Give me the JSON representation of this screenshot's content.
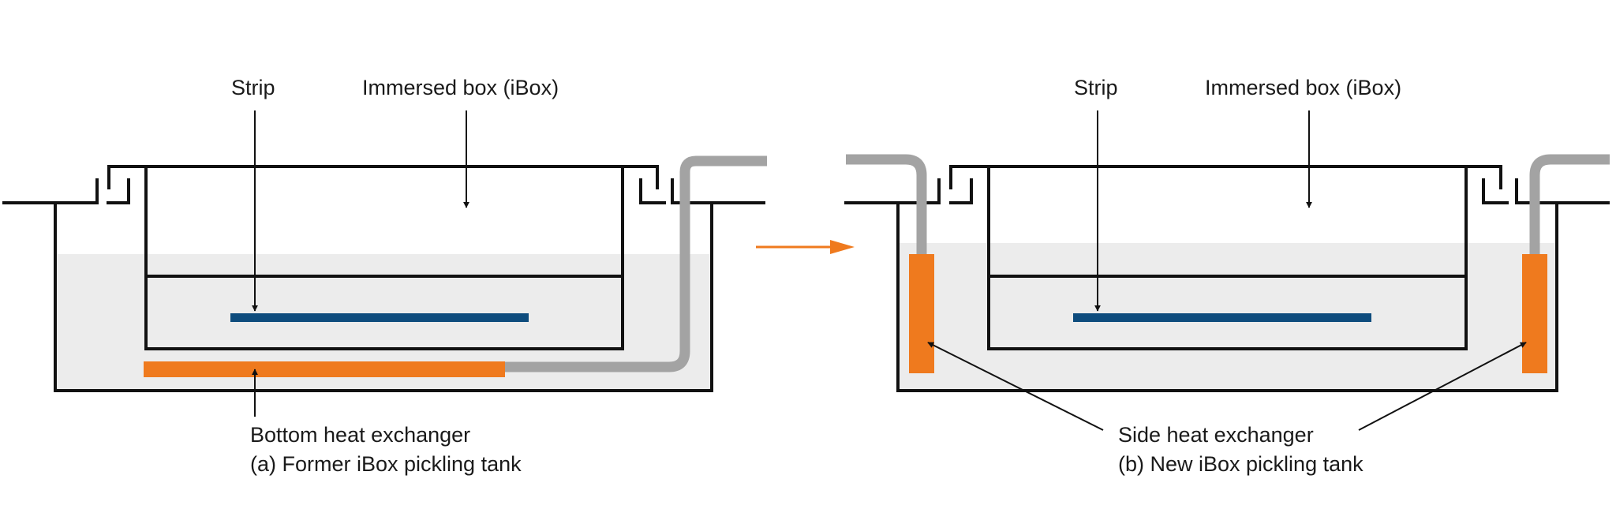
{
  "left_panel": {
    "strip_label": "Strip",
    "ibox_label": "Immersed box (iBox)",
    "exchanger_label": "Bottom heat exchanger",
    "caption": "(a) Former iBox pickling tank"
  },
  "right_panel": {
    "strip_label": "Strip",
    "ibox_label": "Immersed box (iBox)",
    "exchanger_label": "Side heat exchanger",
    "caption": "(b) New iBox pickling tank"
  },
  "colors": {
    "outline": "#111111",
    "liquid": "#ececec",
    "strip": "#0e4c7d",
    "heat_exchanger": "#ef7a1e",
    "pipe": "#a3a3a3",
    "arrow_transition": "#ef7a1e"
  }
}
